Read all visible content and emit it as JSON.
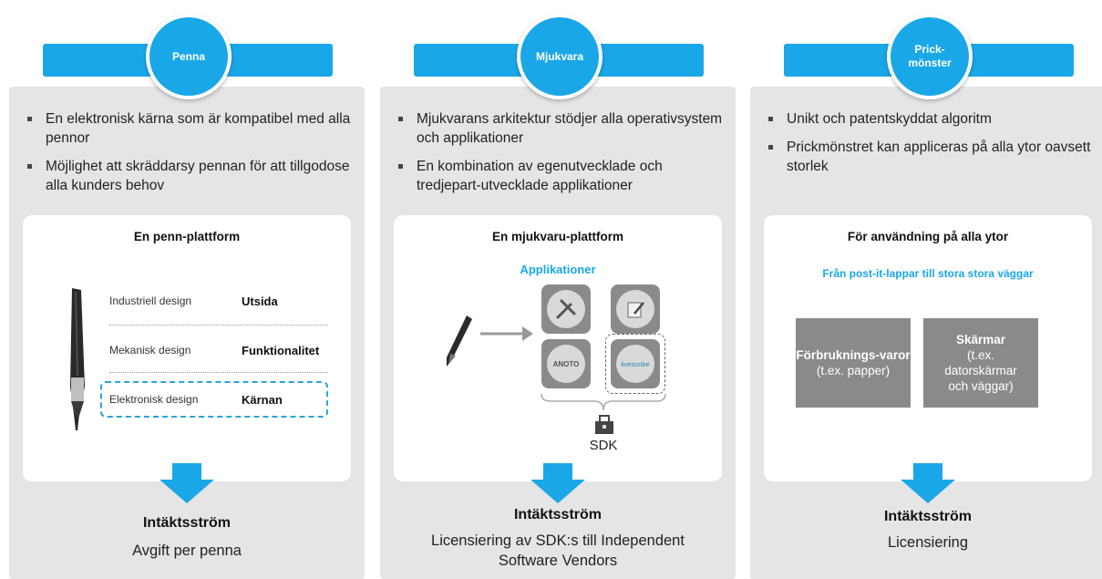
{
  "columns": [
    {
      "badge": "Penna",
      "bullets": [
        "En elektronisk kärna som är kompatibel med alla pennor",
        "Möjlighet att skräddarsy pennan för att tillgodose alla kunders behov"
      ],
      "card": {
        "title": "En penn-plattform",
        "rows": [
          {
            "label": "Industriell design",
            "value": "Utsida"
          },
          {
            "label": "Mekanisk design",
            "value": "Funktionalitet"
          },
          {
            "label": "Elektronisk design",
            "value": "Kärnan"
          }
        ]
      },
      "revenue_title": "Intäktsström",
      "revenue_text": "Avgift per penna"
    },
    {
      "badge": "Mjukvara",
      "bullets": [
        "Mjukvarans arkitektur stödjer alla operativsystem och applikationer",
        "En kombination av egenutvecklade och tredjepart-utvecklade applikationer"
      ],
      "card": {
        "title": "En mjukvaru-plattform",
        "subtitle": "Applikationer",
        "app_logos": [
          "ANOTO",
          "livescribe"
        ],
        "sdk_label": "SDK"
      },
      "revenue_title": "Intäktsström",
      "revenue_text": "Licensiering av SDK:s till Independent Software Vendors"
    },
    {
      "badge": "Prick-\nmönster",
      "bullets": [
        "Unikt och patentskyddat algoritm",
        "Prickmönstret kan appliceras på alla ytor oavsett storlek"
      ],
      "card": {
        "title": "För användning på alla ytor",
        "subtitle": "Från post-it-lappar till stora stora väggar",
        "boxes": [
          {
            "title": "Förbruknings-varor",
            "sub": "(t.ex. papper)"
          },
          {
            "title": "Skärmar",
            "sub": "(t.ex. datorskärmar och väggar)"
          }
        ]
      },
      "revenue_title": "Intäktsström",
      "revenue_text": "Licensiering"
    }
  ],
  "colors": {
    "accent": "#1aa7e8",
    "panel": "#e5e5e5",
    "box": "#8a8a8a"
  }
}
